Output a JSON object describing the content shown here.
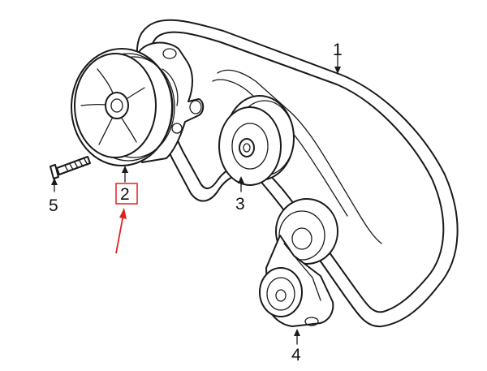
{
  "diagram": {
    "callouts": [
      {
        "id": "1",
        "label": "1",
        "part": "serpentine-belt"
      },
      {
        "id": "2",
        "label": "2",
        "part": "power-steering-pump-pulley",
        "highlighted": true
      },
      {
        "id": "3",
        "label": "3",
        "part": "idler-pulley"
      },
      {
        "id": "4",
        "label": "4",
        "part": "belt-tensioner"
      },
      {
        "id": "5",
        "label": "5",
        "part": "pulley-bolt"
      }
    ],
    "colors": {
      "line": "#1a1a1a",
      "highlight_box": "#e02020",
      "pointer_arrow": "#e02020",
      "background": "#ffffff"
    }
  }
}
